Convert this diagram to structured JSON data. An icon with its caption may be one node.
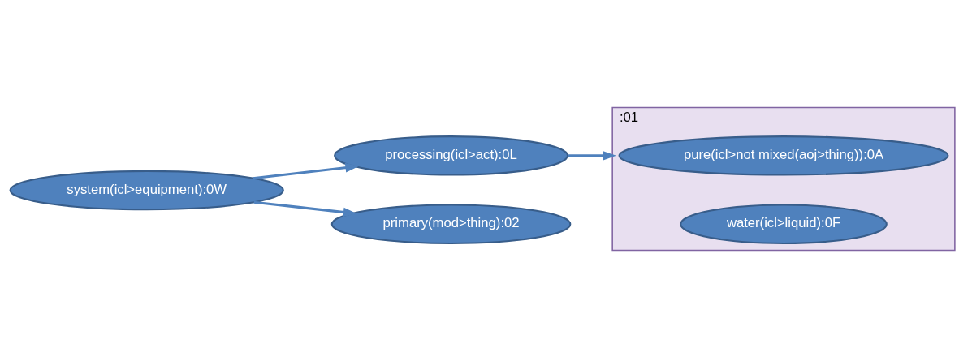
{
  "diagram": {
    "nodes": [
      {
        "text": [
          "system(icl>equipment):0W"
        ]
      },
      {
        "text": [
          "processing(icl>act):0L"
        ]
      },
      {
        "text": [
          "primary(mod>thing):02"
        ]
      },
      {
        "text": [
          ":01"
        ]
      },
      {
        "text": [
          "pure(icl>not mixed(aoj>thing)):0A"
        ],
        "in": 3
      },
      {
        "text": [
          "water(icl>liquid):0F"
        ],
        "in": 3
      }
    ],
    "edges": [
      {
        "from": 0,
        "to": 1,
        "arrow": "to"
      },
      {
        "from": 0,
        "to": 2,
        "arrow": "to"
      },
      {
        "from": 1,
        "to": 3,
        "arrow": "to"
      }
    ]
  }
}
